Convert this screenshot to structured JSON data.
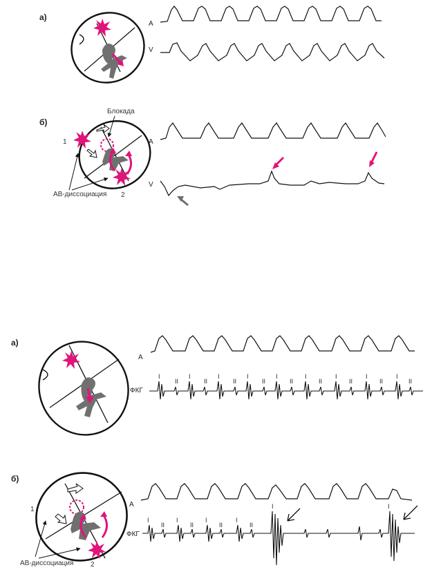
{
  "colors": {
    "magenta": "#e0147a",
    "gray": "#6f6f6f",
    "ink": "#111111"
  },
  "figure_top": {
    "panel_a": {
      "label": "а)",
      "traces": {
        "a": "A",
        "v": "V"
      }
    },
    "panel_b": {
      "label": "б)",
      "block_label": "Блокада",
      "av_dissociation": "АВ-диссоциация",
      "num1": "1",
      "num2": "2",
      "traces": {
        "a": "A",
        "v": "V"
      }
    }
  },
  "figure_bottom": {
    "panel_a": {
      "label": "а)",
      "traces": {
        "a": "A",
        "pcg": "ФКГ"
      },
      "heart_sounds": [
        "I",
        "II"
      ]
    },
    "panel_b": {
      "label": "б)",
      "av_dissociation": "АВ-диссоциация",
      "num1": "1",
      "num2": "2",
      "traces": {
        "a": "A",
        "pcg": "ФКГ"
      },
      "heart_sounds": [
        "I",
        "II"
      ]
    }
  }
}
